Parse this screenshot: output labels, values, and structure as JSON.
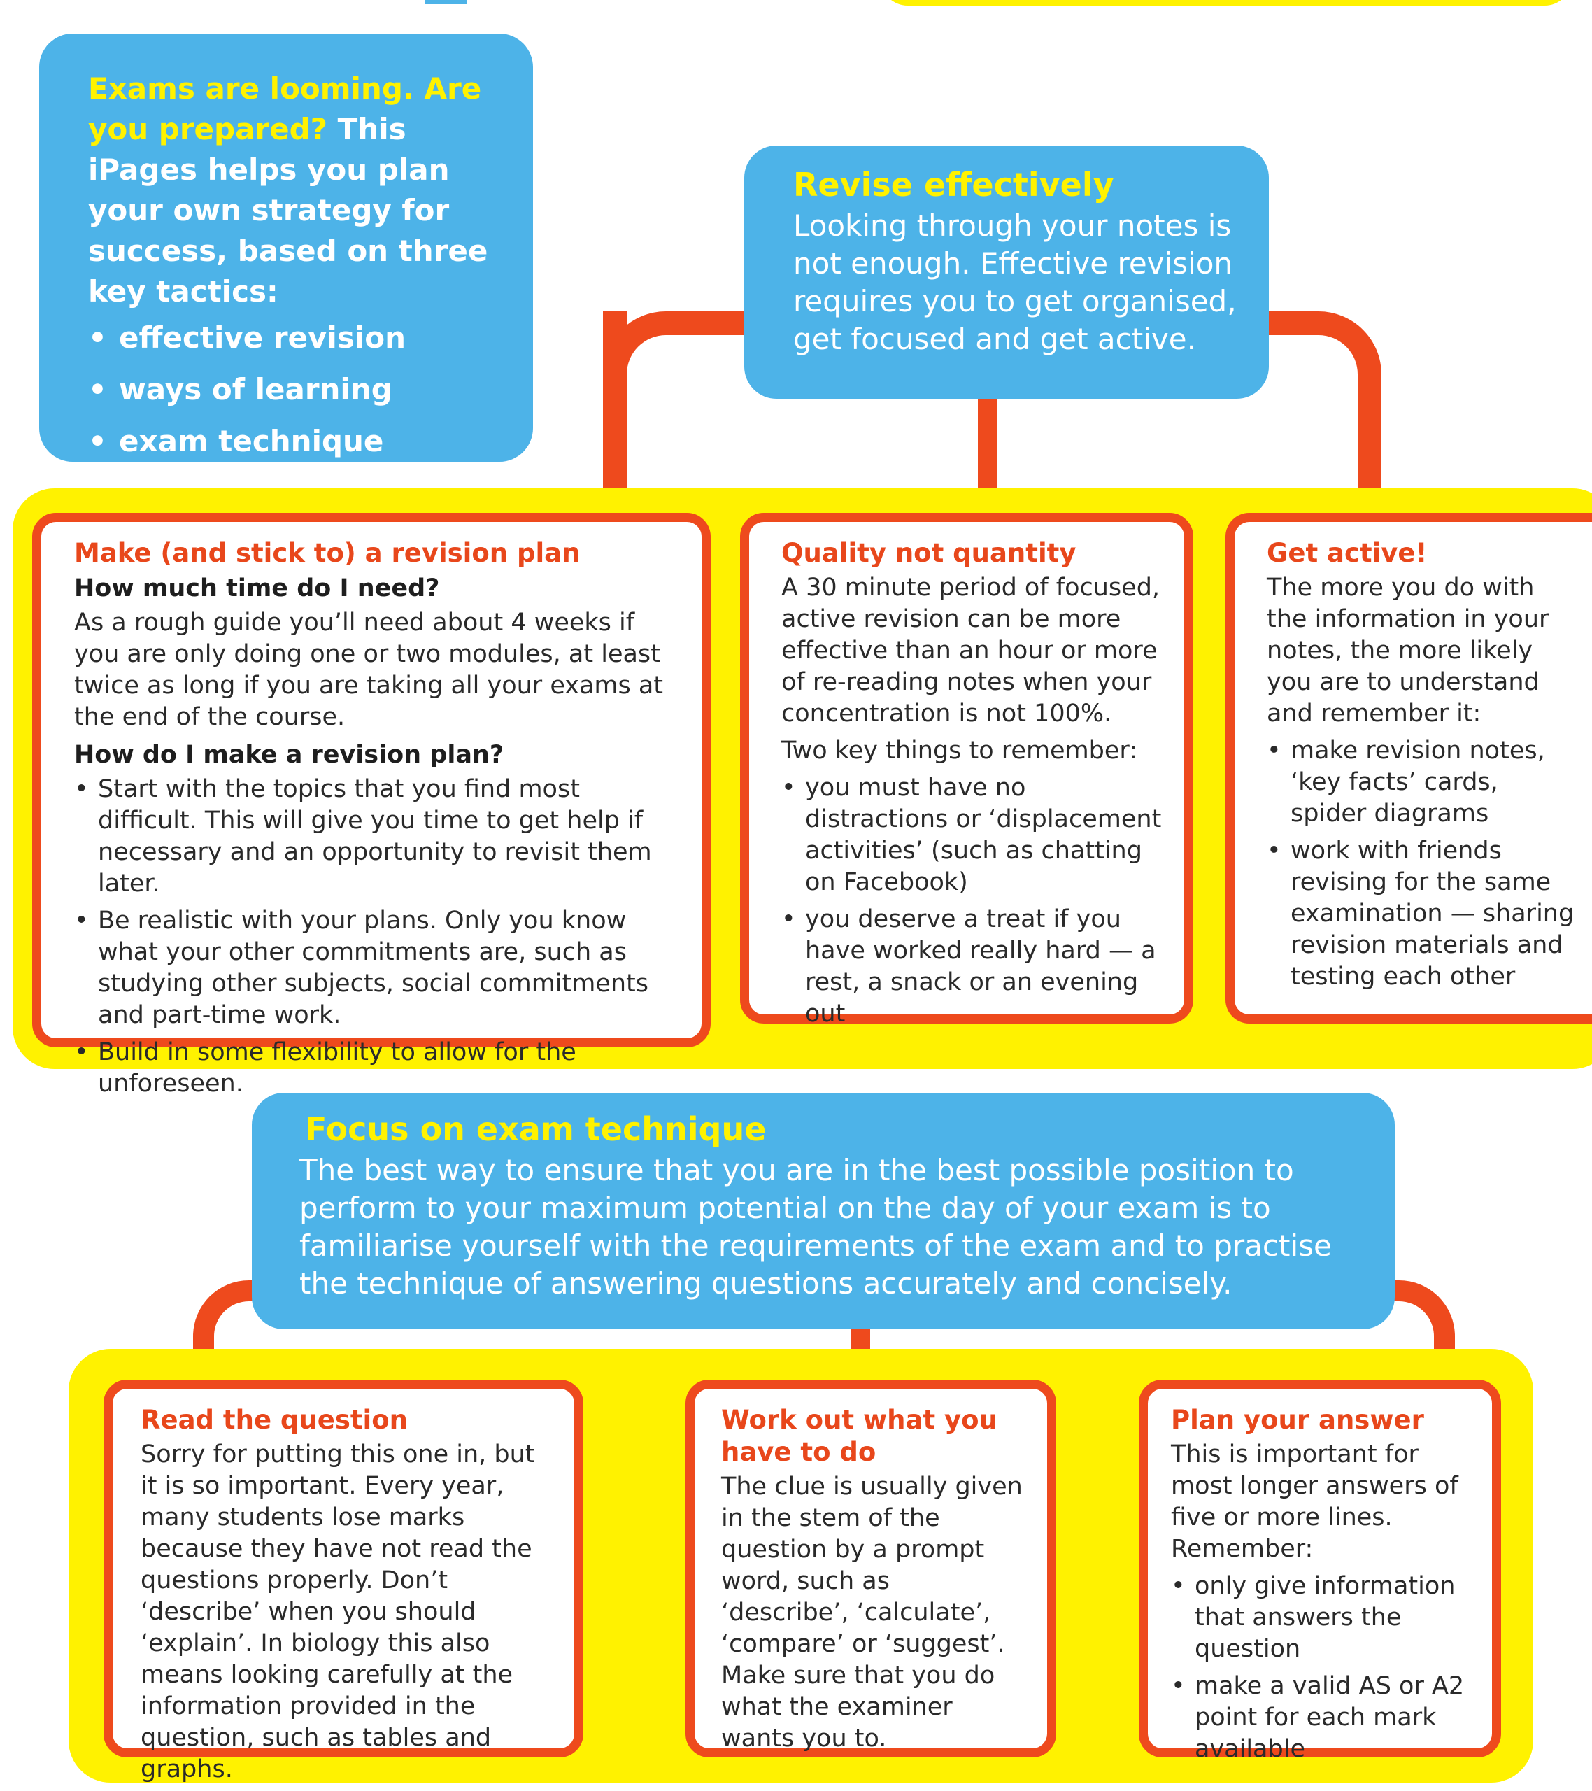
{
  "intro": {
    "highlight": "Exams are looming. Are you prepared?",
    "text": " This iPages helps you plan your own strategy for success, based on three key tactics:",
    "items": [
      "effective revision",
      "ways of learning",
      "exam technique"
    ]
  },
  "revise": {
    "title": "Revise effectively",
    "body": "Looking through your notes is not enough. Effective revision requires you to get organised, get focused and get active."
  },
  "plan": {
    "title": "Make (and stick to) a revision plan",
    "q1": "How much time do I need?",
    "p1": "As a rough guide you’ll need about 4 weeks if you are only doing one or two modules, at least twice as long if you are taking all your exams at the end of the course.",
    "q2": "How do I make a revision plan?",
    "items": [
      "Start with the topics that you find most difficult. This will give you time to get help if necessary and an opportunity to revisit them later.",
      "Be realistic with your plans. Only you know what your other commitments are, such as studying other subjects, social commitments and part-time work.",
      "Build in some flexibility to allow for the unforeseen."
    ]
  },
  "quality": {
    "title": "Quality not quantity",
    "p1": "A 30 minute period of focused, active revision can be more effective than an hour or more of re-reading notes when your concentration is not 100%.",
    "p2": "Two key things to remember:",
    "items": [
      "you must have no distractions or ‘displacement activities’ (such as chatting on Facebook)",
      "you deserve a treat if you have worked really hard — a rest, a snack or an evening out"
    ]
  },
  "active": {
    "title": "Get active!",
    "p1": "The more you do with the information in your notes, the more likely you are to understand and remember it:",
    "items": [
      "make revision notes, ‘key facts’ cards, spider diagrams",
      "work with friends revising for the same examination — sharing revision materials and testing each other"
    ]
  },
  "focus": {
    "title": "Focus on exam technique",
    "body": "The best way to ensure that you are in the best possible position to perform to your maximum potential on the day of your exam is to familiarise yourself with the requirements of the exam and to practise the technique of answering questions accurately and concisely."
  },
  "read": {
    "title": "Read the question",
    "p1": "Sorry for putting this one in, but it is so important. Every year, many students lose marks because they have not read the questions properly. Don’t ‘describe’ when you should ‘explain’. In biology this also means looking carefully at the information provided in the question, such as tables and graphs."
  },
  "workout": {
    "title": "Work out what you have to do",
    "p1": "The clue is usually given in the stem of the question by a prompt word, such as ‘describe’, ‘calculate’, ‘compare’ or ‘suggest’. Make sure that you do what the examiner wants you to."
  },
  "planans": {
    "title": "Plan your answer",
    "p1": "This is important for most longer answers of five or more lines. Remember:",
    "items": [
      "only give information that answers the question",
      "make a valid AS or A2 point for each mark available"
    ]
  },
  "bullet": "•",
  "colors": {
    "blue": "#4db3e8",
    "yellow": "#fff200",
    "orange": "#ee4a1d",
    "title_orange": "#e8471b"
  }
}
